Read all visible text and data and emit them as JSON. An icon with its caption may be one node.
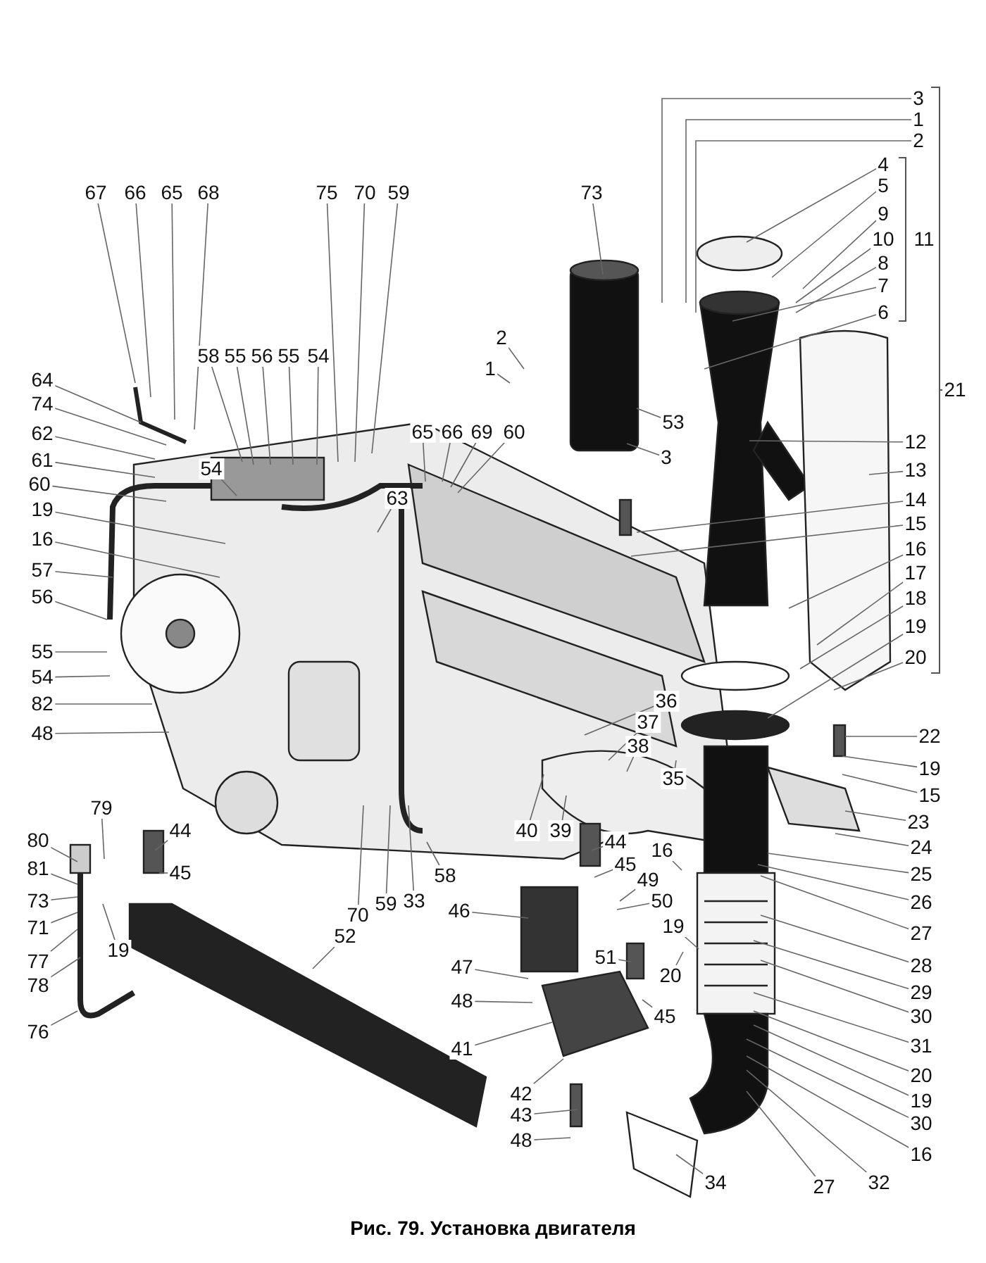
{
  "diagram": {
    "caption": "Рис. 79. Установка двигателя",
    "nodes": [
      {
        "text": [
          "3"
        ]
      },
      {
        "text": [
          "1"
        ]
      },
      {
        "text": [
          "2"
        ]
      },
      {
        "text": [
          "4"
        ]
      },
      {
        "text": [
          "5"
        ]
      },
      {
        "text": [
          "73"
        ]
      },
      {
        "text": [
          "67"
        ]
      },
      {
        "text": [
          "66"
        ]
      },
      {
        "text": [
          "65"
        ]
      },
      {
        "text": [
          "68"
        ]
      },
      {
        "text": [
          "75"
        ]
      },
      {
        "text": [
          "70"
        ]
      },
      {
        "text": [
          "59"
        ]
      },
      {
        "text": [
          "9"
        ]
      },
      {
        "text": [
          "10"
        ]
      },
      {
        "text": [
          "8"
        ]
      },
      {
        "text": [
          "7"
        ]
      },
      {
        "text": [
          "6"
        ]
      },
      {
        "text": [
          "2"
        ]
      },
      {
        "text": [
          "1"
        ]
      },
      {
        "text": [
          "64"
        ]
      },
      {
        "text": [
          "58"
        ]
      },
      {
        "text": [
          "55"
        ]
      },
      {
        "text": [
          "56"
        ]
      },
      {
        "text": [
          "55"
        ]
      },
      {
        "text": [
          "54"
        ]
      },
      {
        "text": [
          "74"
        ]
      },
      {
        "text": [
          "53"
        ]
      },
      {
        "text": [
          "62"
        ]
      },
      {
        "text": [
          "65"
        ]
      },
      {
        "text": [
          "66"
        ]
      },
      {
        "text": [
          "69"
        ]
      },
      {
        "text": [
          "60"
        ]
      },
      {
        "text": [
          "54"
        ]
      },
      {
        "text": [
          "61"
        ]
      },
      {
        "text": [
          "3"
        ]
      },
      {
        "text": [
          "12"
        ]
      },
      {
        "text": [
          "60"
        ]
      },
      {
        "text": [
          "63"
        ]
      },
      {
        "text": [
          "13"
        ]
      },
      {
        "text": [
          "19"
        ]
      },
      {
        "text": [
          "14"
        ]
      },
      {
        "text": [
          "15"
        ]
      },
      {
        "text": [
          "16"
        ]
      },
      {
        "text": [
          "16"
        ]
      },
      {
        "text": [
          "57"
        ]
      },
      {
        "text": [
          "17"
        ]
      },
      {
        "text": [
          "18"
        ]
      },
      {
        "text": [
          "56"
        ]
      },
      {
        "text": [
          "19"
        ]
      },
      {
        "text": [
          "55"
        ]
      },
      {
        "text": [
          "20"
        ]
      },
      {
        "text": [
          "54"
        ]
      },
      {
        "text": [
          "82"
        ]
      },
      {
        "text": [
          "36"
        ]
      },
      {
        "text": [
          "48"
        ]
      },
      {
        "text": [
          "37"
        ]
      },
      {
        "text": [
          "38"
        ]
      },
      {
        "text": [
          "22"
        ]
      },
      {
        "text": [
          "19"
        ]
      },
      {
        "text": [
          "35"
        ]
      },
      {
        "text": [
          "15"
        ]
      },
      {
        "text": [
          "79"
        ]
      },
      {
        "text": [
          "44"
        ]
      },
      {
        "text": [
          "40"
        ]
      },
      {
        "text": [
          "39"
        ]
      },
      {
        "text": [
          "44"
        ]
      },
      {
        "text": [
          "23"
        ]
      },
      {
        "text": [
          "80"
        ]
      },
      {
        "text": [
          "45"
        ]
      },
      {
        "text": [
          "45"
        ]
      },
      {
        "text": [
          "16"
        ]
      },
      {
        "text": [
          "24"
        ]
      },
      {
        "text": [
          "81"
        ]
      },
      {
        "text": [
          "25"
        ]
      },
      {
        "text": [
          "58"
        ]
      },
      {
        "text": [
          "49"
        ]
      },
      {
        "text": [
          "46"
        ]
      },
      {
        "text": [
          "26"
        ]
      },
      {
        "text": [
          "73"
        ]
      },
      {
        "text": [
          "50"
        ]
      },
      {
        "text": [
          "70"
        ]
      },
      {
        "text": [
          "59"
        ]
      },
      {
        "text": [
          "33"
        ]
      },
      {
        "text": [
          "19"
        ]
      },
      {
        "text": [
          "71"
        ]
      },
      {
        "text": [
          "27"
        ]
      },
      {
        "text": [
          "19"
        ]
      },
      {
        "text": [
          "52"
        ]
      },
      {
        "text": [
          "28"
        ]
      },
      {
        "text": [
          "51"
        ]
      },
      {
        "text": [
          "47"
        ]
      },
      {
        "text": [
          "77"
        ]
      },
      {
        "text": [
          "20"
        ]
      },
      {
        "text": [
          "29"
        ]
      },
      {
        "text": [
          "78"
        ]
      },
      {
        "text": [
          "48"
        ]
      },
      {
        "text": [
          "30"
        ]
      },
      {
        "text": [
          "45"
        ]
      },
      {
        "text": [
          "76"
        ]
      },
      {
        "text": [
          "41"
        ]
      },
      {
        "text": [
          "31"
        ]
      },
      {
        "text": [
          "20"
        ]
      },
      {
        "text": [
          "42"
        ]
      },
      {
        "text": [
          "19"
        ]
      },
      {
        "text": [
          "43"
        ]
      },
      {
        "text": [
          "30"
        ]
      },
      {
        "text": [
          "48"
        ]
      },
      {
        "text": [
          "16"
        ]
      },
      {
        "text": [
          "34"
        ]
      },
      {
        "text": [
          "27"
        ]
      },
      {
        "text": [
          "32"
        ]
      },
      {
        "text": [
          "11"
        ]
      },
      {
        "text": [
          "21"
        ]
      }
    ],
    "edges": [
      {
        "from": 0,
        "to": null,
        "arrow": "none"
      },
      {
        "from": 1,
        "to": null,
        "arrow": "none"
      },
      {
        "from": 2,
        "to": null,
        "arrow": "none"
      },
      {
        "from": 3,
        "to": null,
        "arrow": "none"
      },
      {
        "from": 4,
        "to": null,
        "arrow": "none"
      },
      {
        "from": 5,
        "to": null,
        "arrow": "none"
      },
      {
        "from": 6,
        "to": null,
        "arrow": "none"
      },
      {
        "from": 7,
        "to": null,
        "arrow": "none"
      },
      {
        "from": 8,
        "to": null,
        "arrow": "none"
      },
      {
        "from": 9,
        "to": null,
        "arrow": "none"
      },
      {
        "from": 10,
        "to": null,
        "arrow": "none"
      },
      {
        "from": 11,
        "to": null,
        "arrow": "none"
      },
      {
        "from": 12,
        "to": null,
        "arrow": "none"
      },
      {
        "from": 13,
        "to": null,
        "arrow": "none"
      },
      {
        "from": 14,
        "to": null,
        "arrow": "none"
      },
      {
        "from": 15,
        "to": null,
        "arrow": "none"
      },
      {
        "from": 16,
        "to": null,
        "arrow": "none"
      },
      {
        "from": 17,
        "to": null,
        "arrow": "none"
      },
      {
        "from": 18,
        "to": null,
        "arrow": "none"
      },
      {
        "from": 19,
        "to": null,
        "arrow": "none"
      },
      {
        "from": 20,
        "to": null,
        "arrow": "none"
      },
      {
        "from": 21,
        "to": null,
        "arrow": "none"
      },
      {
        "from": 22,
        "to": null,
        "arrow": "none"
      },
      {
        "from": 23,
        "to": null,
        "arrow": "none"
      },
      {
        "from": 24,
        "to": null,
        "arrow": "none"
      },
      {
        "from": 25,
        "to": null,
        "arrow": "none"
      },
      {
        "from": 26,
        "to": null,
        "arrow": "none"
      },
      {
        "from": 27,
        "to": null,
        "arrow": "none"
      },
      {
        "from": 28,
        "to": null,
        "arrow": "none"
      },
      {
        "from": 29,
        "to": null,
        "arrow": "none"
      },
      {
        "from": 30,
        "to": null,
        "arrow": "none"
      },
      {
        "from": 31,
        "to": null,
        "arrow": "none"
      },
      {
        "from": 32,
        "to": null,
        "arrow": "none"
      },
      {
        "from": 33,
        "to": null,
        "arrow": "none"
      },
      {
        "from": 34,
        "to": null,
        "arrow": "none"
      },
      {
        "from": 35,
        "to": null,
        "arrow": "none"
      },
      {
        "from": 36,
        "to": null,
        "arrow": "none"
      },
      {
        "from": 37,
        "to": null,
        "arrow": "none"
      },
      {
        "from": 38,
        "to": null,
        "arrow": "none"
      },
      {
        "from": 39,
        "to": null,
        "arrow": "none"
      },
      {
        "from": 40,
        "to": null,
        "arrow": "none"
      },
      {
        "from": 41,
        "to": null,
        "arrow": "none"
      },
      {
        "from": 42,
        "to": null,
        "arrow": "none"
      },
      {
        "from": 43,
        "to": null,
        "arrow": "none"
      },
      {
        "from": 44,
        "to": null,
        "arrow": "none"
      },
      {
        "from": 45,
        "to": null,
        "arrow": "none"
      },
      {
        "from": 46,
        "to": null,
        "arrow": "none"
      },
      {
        "from": 47,
        "to": null,
        "arrow": "none"
      },
      {
        "from": 48,
        "to": null,
        "arrow": "none"
      },
      {
        "from": 49,
        "to": null,
        "arrow": "none"
      },
      {
        "from": 50,
        "to": null,
        "arrow": "none"
      },
      {
        "from": 51,
        "to": null,
        "arrow": "none"
      },
      {
        "from": 52,
        "to": null,
        "arrow": "none"
      },
      {
        "from": 53,
        "to": null,
        "arrow": "none"
      },
      {
        "from": 54,
        "to": null,
        "arrow": "none"
      },
      {
        "from": 55,
        "to": null,
        "arrow": "none"
      },
      {
        "from": 56,
        "to": null,
        "arrow": "none"
      },
      {
        "from": 57,
        "to": null,
        "arrow": "none"
      },
      {
        "from": 58,
        "to": null,
        "arrow": "none"
      },
      {
        "from": 59,
        "to": null,
        "arrow": "none"
      },
      {
        "from": 60,
        "to": null,
        "arrow": "none"
      },
      {
        "from": 61,
        "to": null,
        "arrow": "none"
      },
      {
        "from": 62,
        "to": null,
        "arrow": "none"
      },
      {
        "from": 63,
        "to": null,
        "arrow": "none"
      },
      {
        "from": 64,
        "to": null,
        "arrow": "none"
      },
      {
        "from": 65,
        "to": null,
        "arrow": "none"
      },
      {
        "from": 66,
        "to": null,
        "arrow": "none"
      },
      {
        "from": 67,
        "to": null,
        "arrow": "none"
      },
      {
        "from": 68,
        "to": null,
        "arrow": "none"
      },
      {
        "from": 69,
        "to": null,
        "arrow": "none"
      },
      {
        "from": 70,
        "to": null,
        "arrow": "none"
      },
      {
        "from": 71,
        "to": null,
        "arrow": "none"
      },
      {
        "from": 72,
        "to": null,
        "arrow": "none"
      },
      {
        "from": 73,
        "to": null,
        "arrow": "none"
      },
      {
        "from": 74,
        "to": null,
        "arrow": "none"
      },
      {
        "from": 75,
        "to": null,
        "arrow": "none"
      },
      {
        "from": 76,
        "to": null,
        "arrow": "none"
      },
      {
        "from": 77,
        "to": null,
        "arrow": "none"
      },
      {
        "from": 78,
        "to": null,
        "arrow": "none"
      },
      {
        "from": 79,
        "to": null,
        "arrow": "none"
      },
      {
        "from": 80,
        "to": null,
        "arrow": "none"
      },
      {
        "from": 81,
        "to": null,
        "arrow": "none"
      },
      {
        "from": 82,
        "to": null,
        "arrow": "none"
      },
      {
        "from": 83,
        "to": null,
        "arrow": "none"
      },
      {
        "from": 84,
        "to": null,
        "arrow": "none"
      },
      {
        "from": 85,
        "to": null,
        "arrow": "none"
      },
      {
        "from": 86,
        "to": null,
        "arrow": "none"
      },
      {
        "from": 87,
        "to": null,
        "arrow": "none"
      },
      {
        "from": 88,
        "to": null,
        "arrow": "none"
      },
      {
        "from": 89,
        "to": null,
        "arrow": "none"
      },
      {
        "from": 90,
        "to": null,
        "arrow": "none"
      },
      {
        "from": 91,
        "to": null,
        "arrow": "none"
      },
      {
        "from": 92,
        "to": null,
        "arrow": "none"
      },
      {
        "from": 93,
        "to": null,
        "arrow": "none"
      },
      {
        "from": 94,
        "to": null,
        "arrow": "none"
      },
      {
        "from": 95,
        "to": null,
        "arrow": "none"
      },
      {
        "from": 96,
        "to": null,
        "arrow": "none"
      },
      {
        "from": 97,
        "to": null,
        "arrow": "none"
      },
      {
        "from": 98,
        "to": null,
        "arrow": "none"
      },
      {
        "from": 99,
        "to": null,
        "arrow": "none"
      },
      {
        "from": 100,
        "to": null,
        "arrow": "none"
      },
      {
        "from": 101,
        "to": null,
        "arrow": "none"
      },
      {
        "from": 102,
        "to": null,
        "arrow": "none"
      },
      {
        "from": 103,
        "to": null,
        "arrow": "none"
      },
      {
        "from": 104,
        "to": null,
        "arrow": "none"
      },
      {
        "from": 105,
        "to": null,
        "arrow": "none"
      },
      {
        "from": 106,
        "to": null,
        "arrow": "none"
      },
      {
        "from": 107,
        "to": null,
        "arrow": "none"
      },
      {
        "from": 108,
        "to": null,
        "arrow": "none"
      },
      {
        "from": 109,
        "to": null,
        "arrow": "none"
      },
      {
        "from": 110,
        "to": null,
        "arrow": "none"
      },
      {
        "from": 111,
        "to": null,
        "arrow": "none"
      }
    ]
  }
}
